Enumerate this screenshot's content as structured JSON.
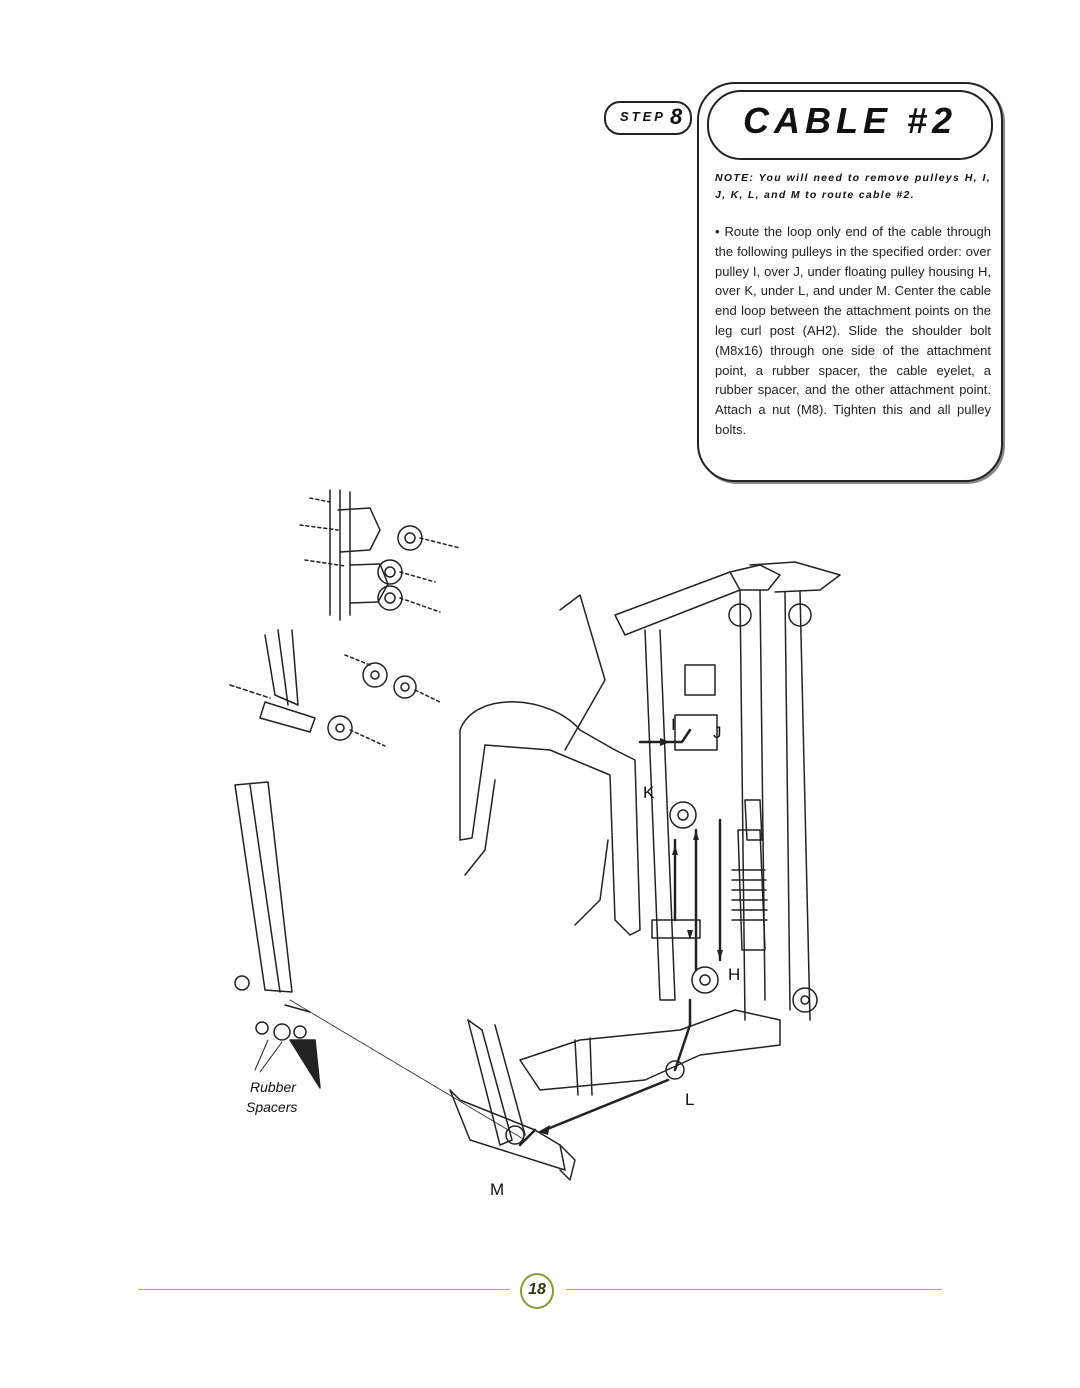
{
  "step": {
    "word": "STEP",
    "number": "8"
  },
  "title": "CABLE #2",
  "note": "NOTE: You will need to remove pulleys H, I, J, K, L, and M to route cable #2.",
  "instructions": "• Route the loop only end of the cable through the following pulleys in the specified order: over pulley I, over J, under floating pulley housing H, over K, under L, and under M. Center the cable end loop between the attachment points on the leg curl post (AH2). Slide the shoulder bolt (M8x16) through one side of the attachment point, a rubber spacer, the cable eyelet, a rubber spacer, and the other attachment point. Attach a nut (M8). Tighten this and all pulley bolts.",
  "diagram": {
    "labels": {
      "i": "I",
      "j": "J",
      "k": "K",
      "h": "H",
      "l": "L",
      "m": "M",
      "rubber": "Rubber",
      "spacers": "Spacers"
    }
  },
  "page_number": "18",
  "colors": {
    "footer_line": "#c9a640",
    "badge_border": "#8a9a32"
  }
}
